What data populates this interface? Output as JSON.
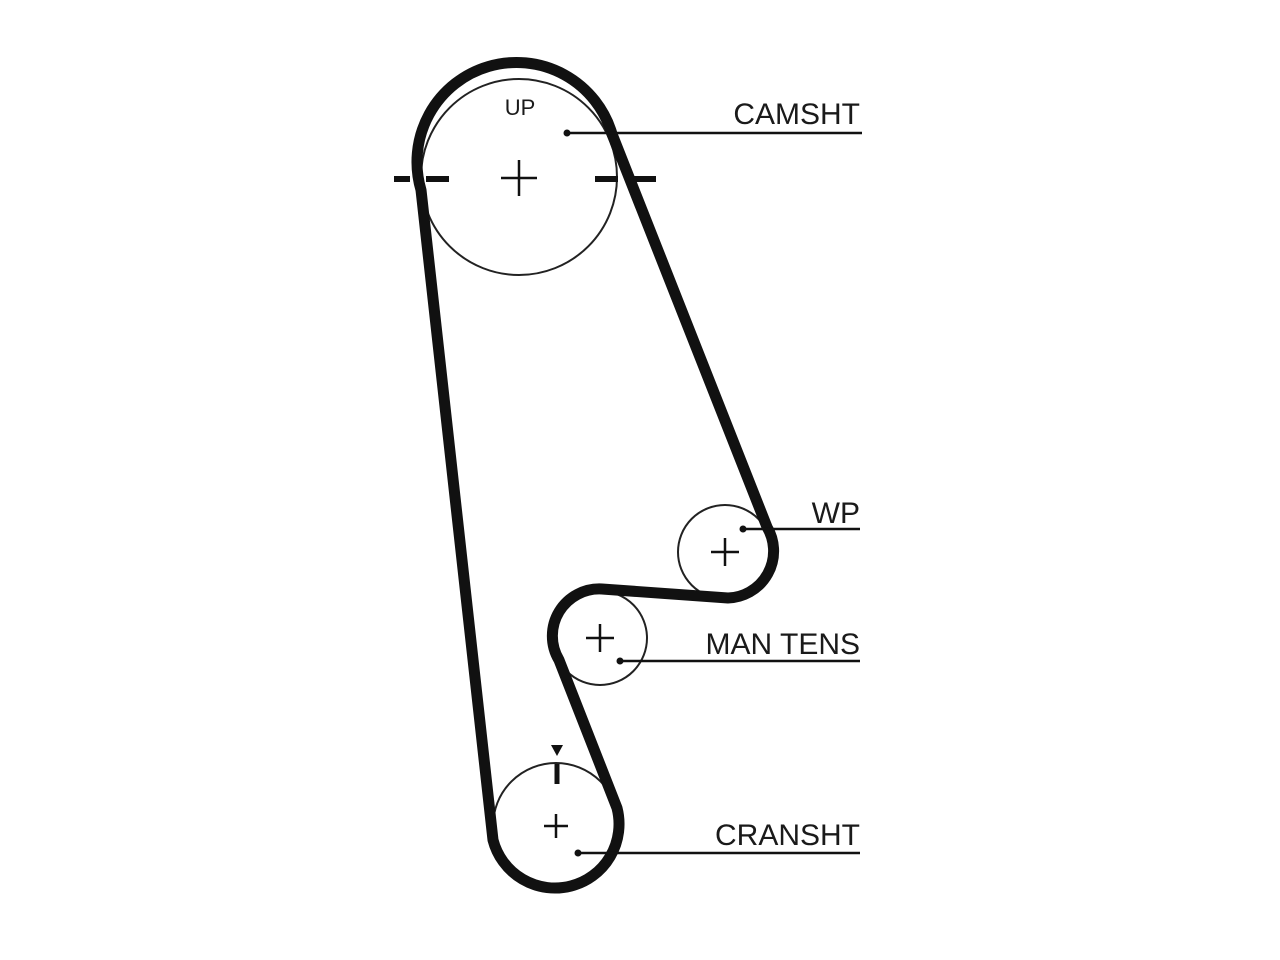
{
  "diagram": {
    "up_label": "UP",
    "labels": {
      "camshaft": "CAMSHT",
      "water_pump": "WP",
      "tensioner": "MAN TENS",
      "crankshaft": "CRANSHT"
    },
    "colors": {
      "belt": "#111111",
      "background": "#ffffff"
    }
  }
}
